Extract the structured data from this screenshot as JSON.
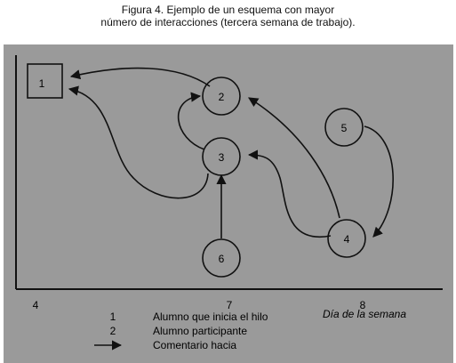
{
  "caption": {
    "line1": "Figura 4. Ejemplo de un esquema con mayor",
    "line2": "número de interacciones (tercera semana de trabajo)."
  },
  "axis": {
    "x_title": "Día de la semana",
    "ticks": [
      "4",
      "7",
      "8"
    ]
  },
  "nodes": [
    {
      "id": "1",
      "shape": "square"
    },
    {
      "id": "2",
      "shape": "circle"
    },
    {
      "id": "3",
      "shape": "circle"
    },
    {
      "id": "4",
      "shape": "circle"
    },
    {
      "id": "5",
      "shape": "circle"
    },
    {
      "id": "6",
      "shape": "circle"
    }
  ],
  "edges": [
    {
      "from": "2",
      "to": "1"
    },
    {
      "from": "3",
      "to": "1"
    },
    {
      "from": "3",
      "to": "2"
    },
    {
      "from": "6",
      "to": "3"
    },
    {
      "from": "4",
      "to": "2"
    },
    {
      "from": "4",
      "to": "3"
    },
    {
      "from": "5",
      "to": "4"
    }
  ],
  "legend": {
    "item1_symbol": "1",
    "item1_text": "Alumno que inicia el hilo",
    "item2_symbol": "2",
    "item2_text": "Alumno participante",
    "item3_text": "Comentario hacia"
  },
  "colors": {
    "panel_bg": "#9a9a9a",
    "stroke": "#111111"
  }
}
